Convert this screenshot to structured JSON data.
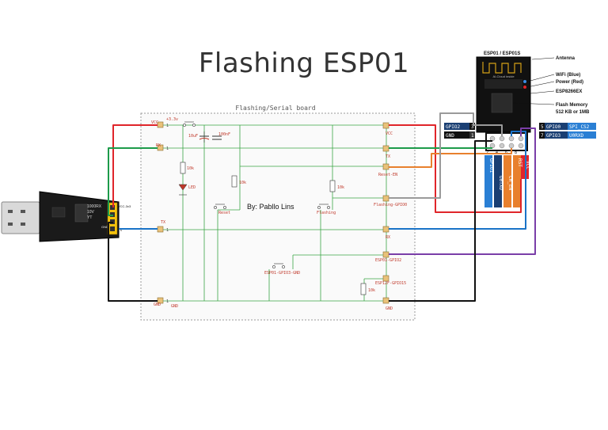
{
  "title": "Flashing ESP01",
  "board": {
    "title": "Flashing/Serial board",
    "author": "By: Pabllo Lins",
    "left_pins": [
      "VCC",
      "RX",
      "TX",
      "GND"
    ],
    "left_pin_numbers": [
      "1",
      "1",
      "1",
      "1"
    ],
    "vcc_note": "+3.3v",
    "gnd_note": "GND",
    "components": {
      "cap_uf": "10uF",
      "cap_nf": "100nF",
      "r_led": "10k",
      "led": "LED",
      "r_reset": "10k",
      "r_flash": "10k",
      "r_gpio15": "10k",
      "btn_reset": "Reset",
      "btn_flash": "Flashing",
      "switch_label": "ESP01-GPIO3-GND"
    },
    "right_pins": [
      "VCC",
      "TX",
      "Reset-EN",
      "Flashing-GPIO0",
      "RX",
      "ESP01-GPIO2",
      "ESP12F-GPIO15",
      "GND"
    ]
  },
  "usb": {
    "chip_label": "1000RX",
    "line2": "10V",
    "line3": "YT",
    "pins": [
      "VCC-3v3",
      "",
      "GND",
      "TX"
    ]
  },
  "esp": {
    "title": "ESP01 / ESP01S",
    "logo": "AI-Cloud inside",
    "labels": [
      "Antenna",
      "WiFi (Blue)",
      "Power (Red)",
      "ESP8266EX",
      "Flash Memory",
      "512 KB or 1MB"
    ],
    "left_tags": [
      {
        "name": "GPIO2",
        "num": "3"
      },
      {
        "name": "GND",
        "num": "1"
      }
    ],
    "right_tags": [
      {
        "num": "5",
        "name": "GPIO0",
        "alt": "SPI_CS2"
      },
      {
        "num": "7",
        "name": "GPIO3",
        "alt": "U0RXD"
      }
    ],
    "vertical_tags": [
      "GPIO1",
      "U0TXD",
      "CH_EN",
      "RST",
      "VCC"
    ],
    "pin_numbers": [
      "2",
      "4",
      "6",
      "8"
    ]
  },
  "colors": {
    "red": "#e0252a",
    "green": "#1d9b4a",
    "blue": "#1a73c7",
    "black": "#111111",
    "orange": "#e8802d",
    "purple": "#7a3ea8",
    "gray": "#9a9a9a",
    "pcb_trace": "#3aa645",
    "board_border": "#999999"
  }
}
